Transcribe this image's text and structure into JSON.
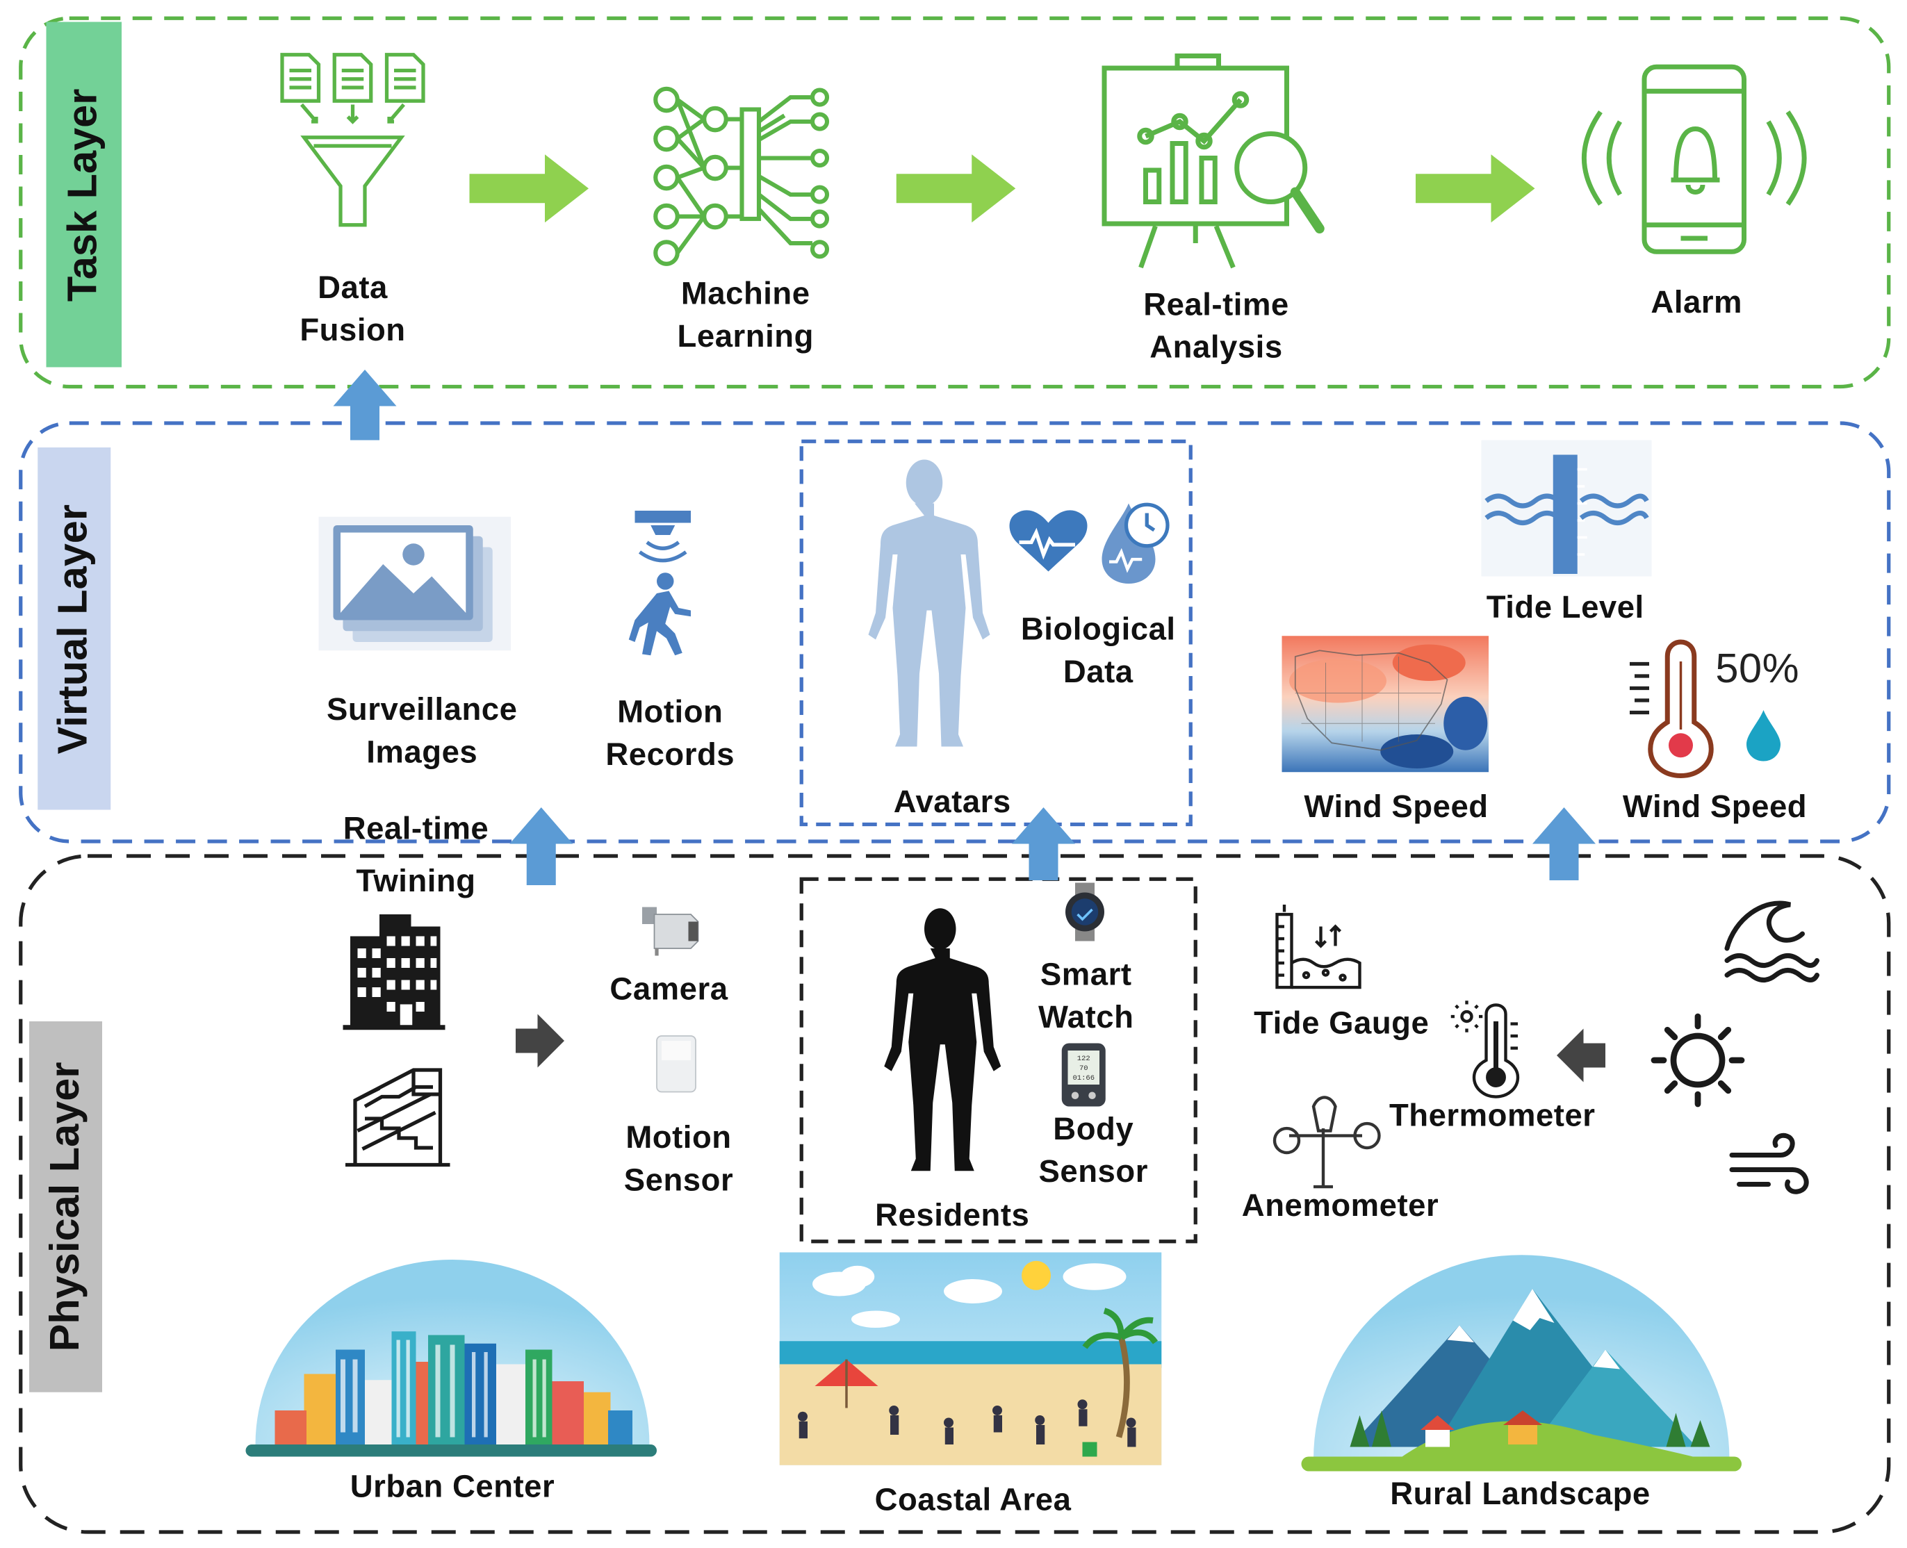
{
  "layers": {
    "task": "Task Layer",
    "virtual": "Virtual Layer",
    "physical": "Physical Layer"
  },
  "task_items": {
    "data_fusion": "Data\nFusion",
    "machine_learning": "Machine\nLearning",
    "realtime_analysis": "Real-time\nAnalysis",
    "alarm": "Alarm"
  },
  "virtual_items": {
    "surveillance": "Surveillance\nImages",
    "motion_records": "Motion\nRecords",
    "biological": "Biological\nData",
    "avatars": "Avatars",
    "tide_level": "Tide Level",
    "wind_speed_map": "Wind Speed",
    "wind_speed_thermo": "Wind Speed",
    "humidity": "50%"
  },
  "connector": {
    "realtime_twining": "Real-time\nTwining"
  },
  "physical_items": {
    "camera": "Camera",
    "motion_sensor": "Motion\nSensor",
    "smart_watch": "Smart\nWatch",
    "body_sensor": "Body\nSensor",
    "residents": "Residents",
    "tide_gauge": "Tide Gauge",
    "thermometer": "Thermometer",
    "anemometer": "Anemometer",
    "watch_screen": "122\n70\n01:66"
  },
  "scenes": {
    "urban": "Urban Center",
    "coastal": "Coastal Area",
    "rural": "Rural Landscape"
  },
  "colors": {
    "task_green": "#5ab447",
    "arrow_green": "#8fd14f",
    "virtual_blue": "#4472c4",
    "icon_blue": "#7a9cc6",
    "arrow_blue": "#5b9bd5",
    "task_sidebar": "#73d197",
    "virtual_sidebar": "#c9d6ef",
    "physical_sidebar": "#bfbfbf"
  }
}
